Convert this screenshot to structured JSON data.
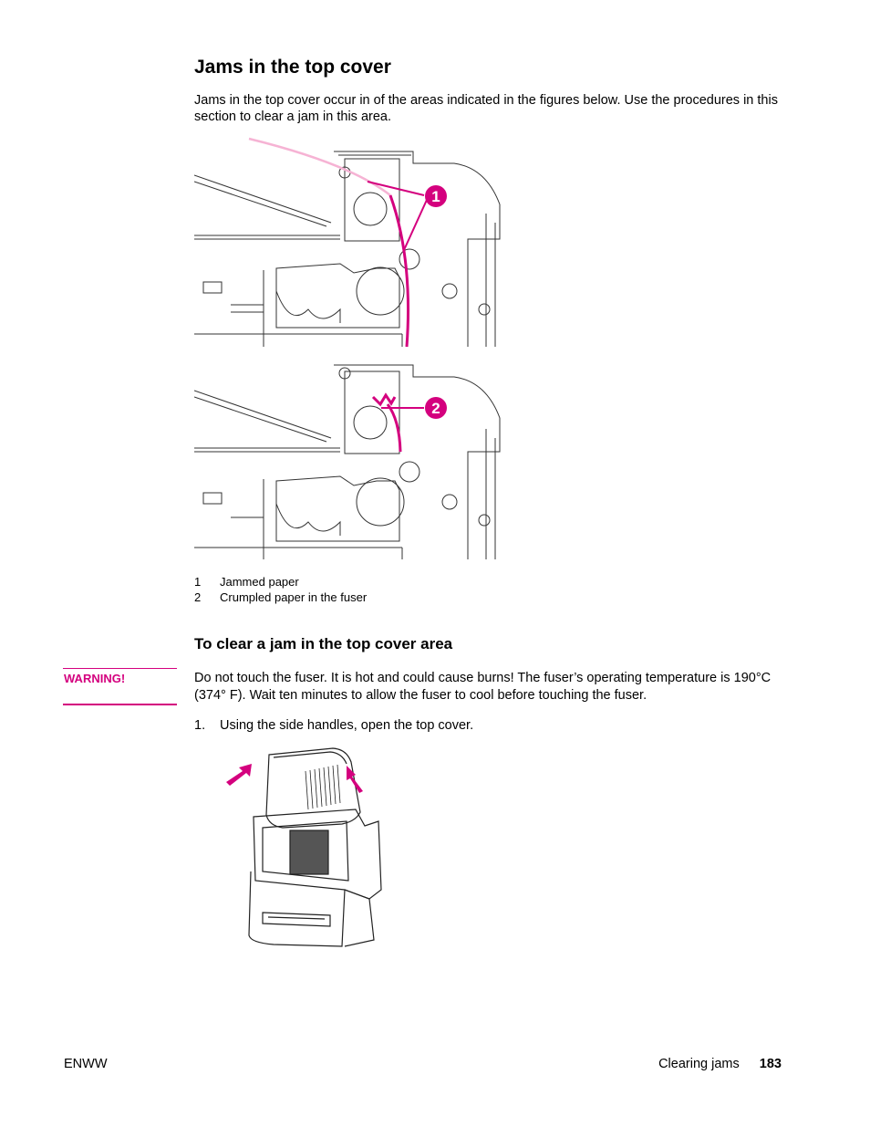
{
  "title": "Jams in the top cover",
  "intro": "Jams in the top cover occur in of the areas indicated in the figures below. Use the procedures in this section to clear a jam in this area.",
  "figure": {
    "callouts": [
      "1",
      "2"
    ],
    "accent": "#d4007e",
    "legend": [
      {
        "num": "1",
        "text": "Jammed paper"
      },
      {
        "num": "2",
        "text": "Crumpled paper in the fuser"
      }
    ]
  },
  "section_heading": "To clear a jam in the top cover area",
  "warning": {
    "label": "WARNING!",
    "text": "Do not touch the fuser. It is hot and could cause burns! The fuser’s operating temperature is 190°C (374° F). Wait ten minutes to allow the fuser to cool before touching the fuser."
  },
  "steps": [
    {
      "num": "1.",
      "text": "Using the side handles, open the top cover."
    }
  ],
  "footer": {
    "left": "ENWW",
    "section": "Clearing jams",
    "page": "183"
  }
}
